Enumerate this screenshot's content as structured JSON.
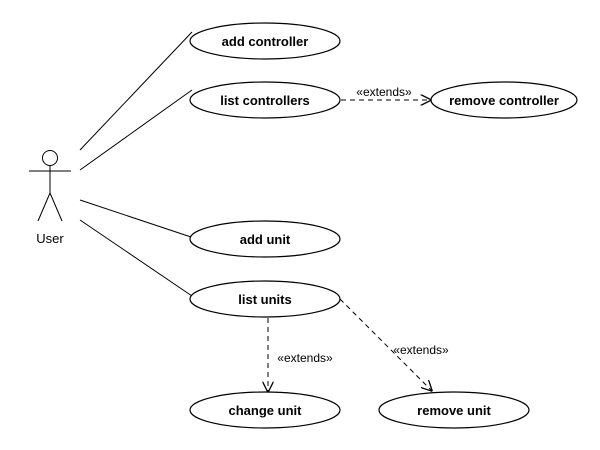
{
  "actor": {
    "name": "User"
  },
  "use_cases": {
    "add_controller": "add controller",
    "list_controllers": "list controllers",
    "remove_controller": "remove controller",
    "add_unit": "add unit",
    "list_units": "list units",
    "change_unit": "change unit",
    "remove_unit": "remove unit"
  },
  "relations": {
    "extends_label": "«extends»",
    "associations": [
      [
        "User",
        "add controller"
      ],
      [
        "User",
        "list controllers"
      ],
      [
        "User",
        "add unit"
      ],
      [
        "User",
        "list units"
      ]
    ],
    "extensions": [
      [
        "list controllers",
        "remove controller"
      ],
      [
        "list units",
        "change unit"
      ],
      [
        "list units",
        "remove unit"
      ]
    ]
  },
  "colors": {
    "stroke": "#000000",
    "background": "#ffffff"
  }
}
